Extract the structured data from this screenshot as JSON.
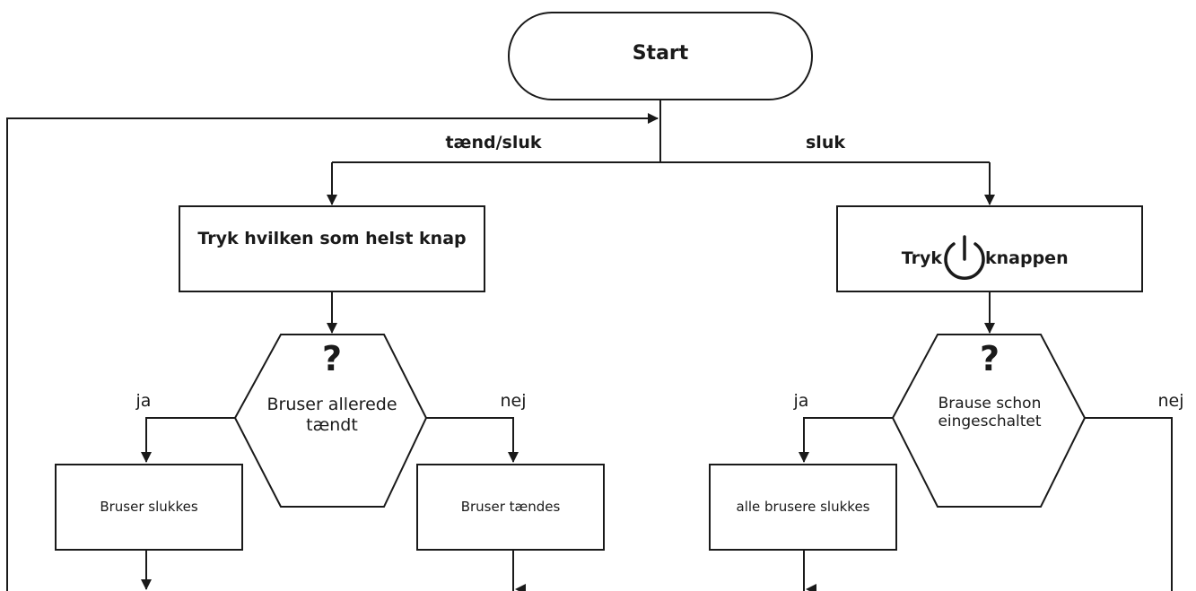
{
  "nodes": {
    "start": "Start",
    "left_action": "Tryk hvilken som helst knap",
    "right_action_before": "Tryk",
    "right_action_after": "knappen",
    "left_decision": "Bruser allerede tændt",
    "right_decision": "Brause schon eingeschaltet",
    "question_mark": "?",
    "left_yes_result": "Bruser slukkes",
    "left_no_result": "Bruser tændes",
    "right_yes_result": "alle brusere slukkes"
  },
  "edges": {
    "left_branch": "tænd/sluk",
    "right_branch": "sluk",
    "left_yes": "ja",
    "left_no": "nej",
    "right_yes": "ja",
    "right_no": "nej"
  },
  "icons": {
    "power": "power-icon"
  },
  "colors": {
    "line": "#1a1a1a",
    "background": "#ffffff"
  }
}
